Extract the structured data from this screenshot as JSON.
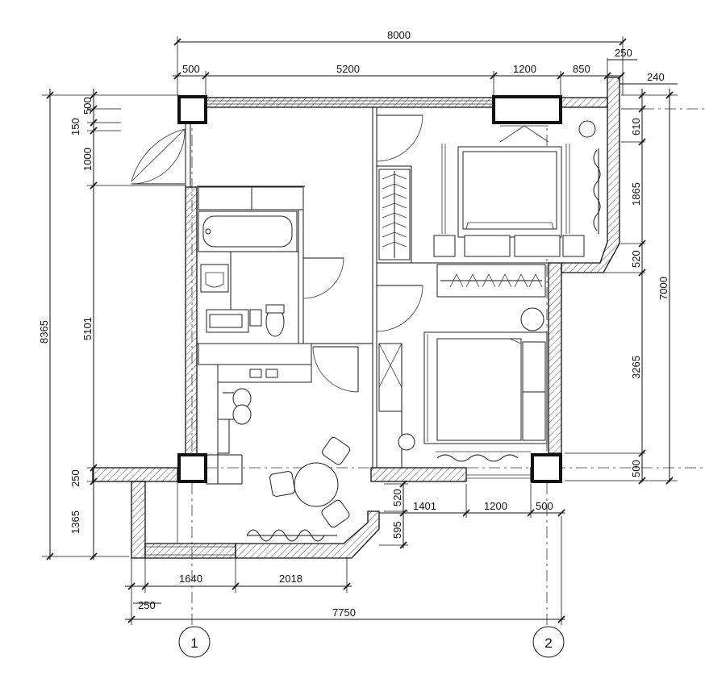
{
  "dimensions": {
    "top_overall": "8000",
    "top_segments": [
      "500",
      "5200",
      "1200",
      "850"
    ],
    "top_right_offset": "250",
    "right_offset": "240",
    "right_overall": "7000",
    "right_segments": [
      "610",
      "1865",
      "520",
      "3265",
      "500"
    ],
    "left_overall": "8365",
    "left_segments": [
      "500",
      "150",
      "1000",
      "5101",
      "250",
      "1365"
    ],
    "bottom_overall": "7750",
    "bottom_segments": [
      "250",
      "1640",
      "2018"
    ],
    "inner_segments": [
      "520",
      "595",
      "1401",
      "1200",
      "500"
    ]
  },
  "axes": [
    "1",
    "2"
  ]
}
